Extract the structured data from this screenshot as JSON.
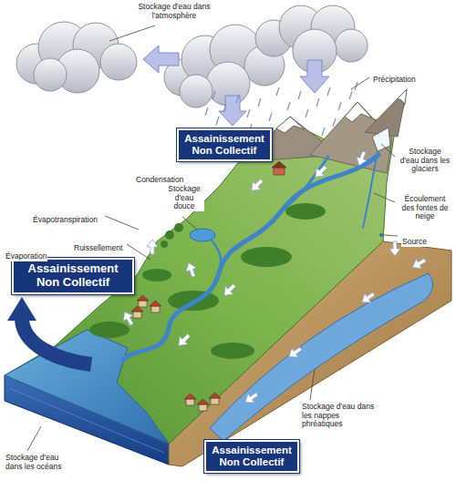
{
  "diagram": {
    "nodes": [
      {
        "text": [
          "Assainissement Non Collectif"
        ]
      },
      {
        "text": [
          "Assainissement Non Collectif"
        ]
      },
      {
        "text": [
          "Assainissement Non Collectif"
        ]
      }
    ],
    "labels": [
      "Stockage d'eau dans l'atmosphère",
      "Précipitation",
      "Stockage d'eau dans les glaciers",
      "Condensation",
      "Stockage d'eau douce",
      "Écoulement des fontes de neige",
      "Évapotranspiration",
      "Source",
      "Ruissellement",
      "Évaporation",
      "Stockage d'eau dans les nappes phréatiques",
      "Stockage d'eau dans les océans"
    ]
  }
}
